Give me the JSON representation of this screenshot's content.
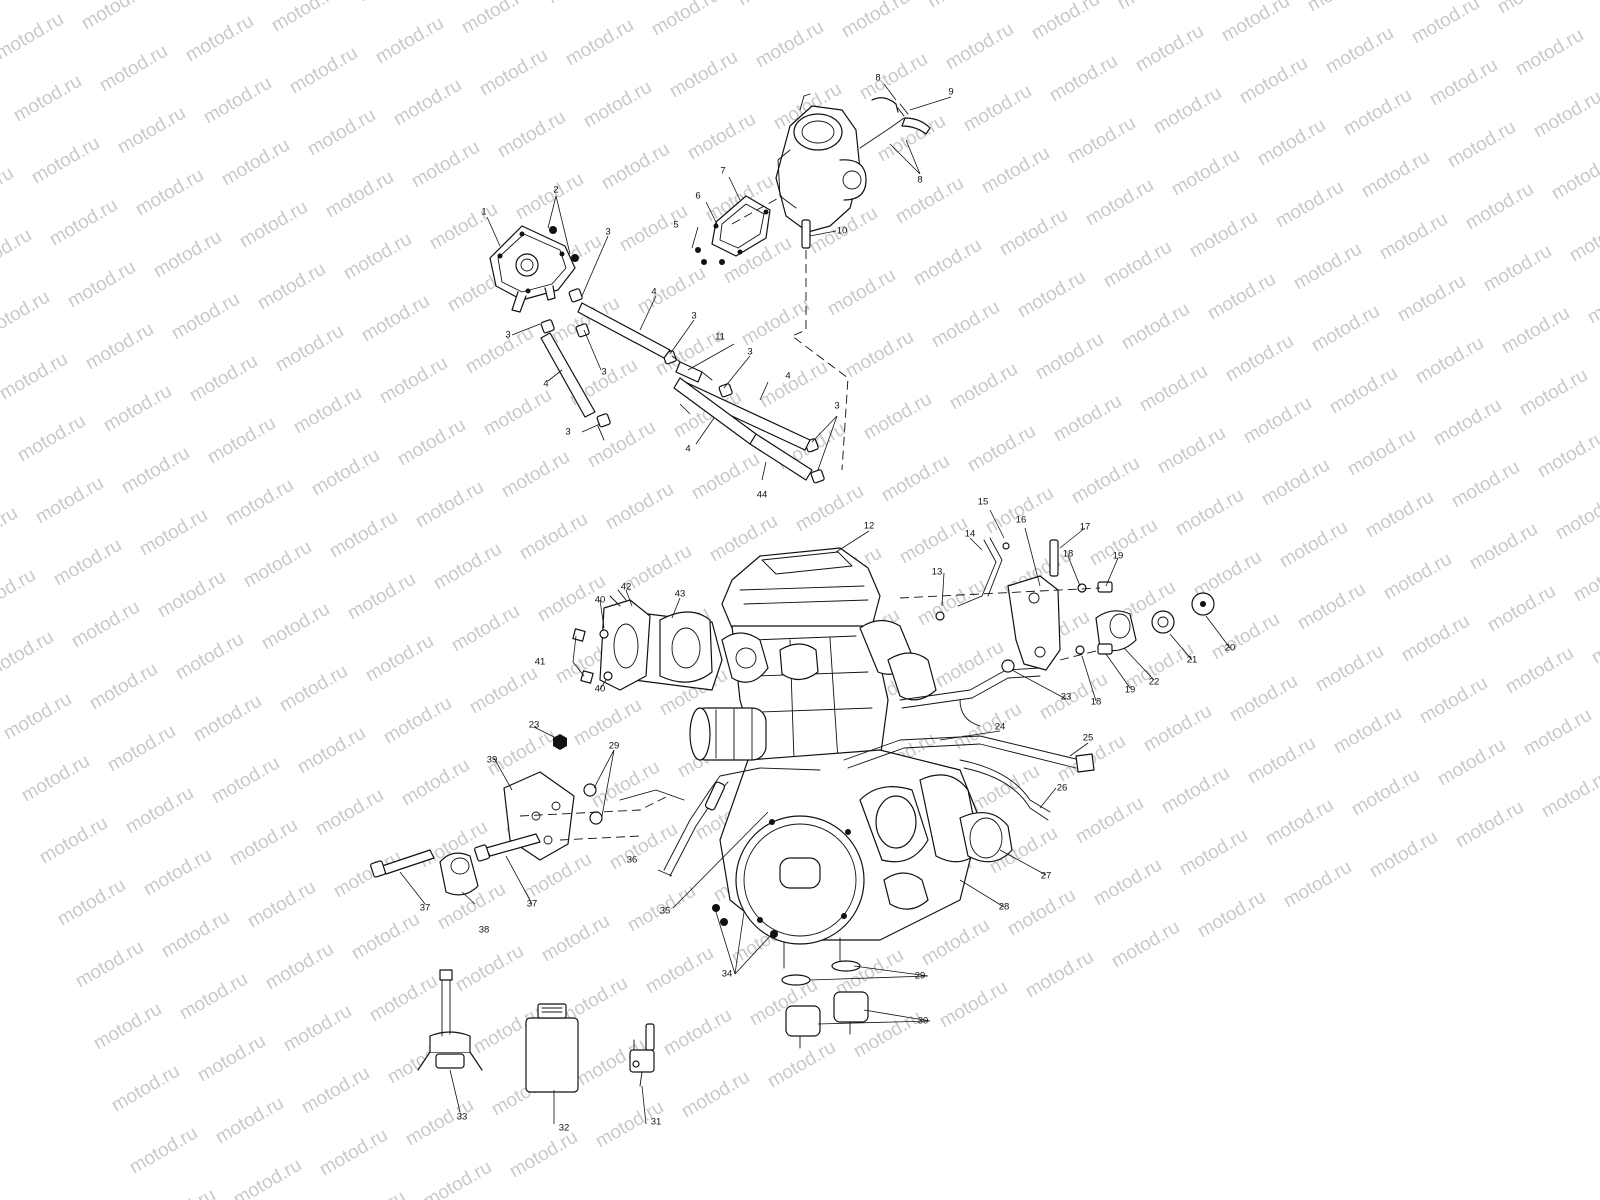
{
  "watermark": {
    "text": "motod.ru"
  },
  "callouts": [
    {
      "id": "c1",
      "text": "1"
    },
    {
      "id": "c2",
      "text": "2"
    },
    {
      "id": "c3a",
      "text": "3"
    },
    {
      "id": "c3b",
      "text": "3"
    },
    {
      "id": "c3c",
      "text": "3"
    },
    {
      "id": "c3d",
      "text": "3"
    },
    {
      "id": "c3e",
      "text": "3"
    },
    {
      "id": "c3f",
      "text": "3"
    },
    {
      "id": "c3g",
      "text": "3"
    },
    {
      "id": "c4a",
      "text": "4"
    },
    {
      "id": "c4b",
      "text": "4"
    },
    {
      "id": "c4c",
      "text": "4"
    },
    {
      "id": "c4d",
      "text": "4"
    },
    {
      "id": "c5",
      "text": "5"
    },
    {
      "id": "c6",
      "text": "6"
    },
    {
      "id": "c7",
      "text": "7"
    },
    {
      "id": "c8a",
      "text": "8"
    },
    {
      "id": "c8b",
      "text": "8"
    },
    {
      "id": "c9",
      "text": "9"
    },
    {
      "id": "c10",
      "text": "10"
    },
    {
      "id": "c11",
      "text": "11"
    },
    {
      "id": "c44",
      "text": "44"
    },
    {
      "id": "c12",
      "text": "12"
    },
    {
      "id": "c13",
      "text": "13"
    },
    {
      "id": "c14",
      "text": "14"
    },
    {
      "id": "c15",
      "text": "15"
    },
    {
      "id": "c16",
      "text": "16"
    },
    {
      "id": "c17",
      "text": "17"
    },
    {
      "id": "c18a",
      "text": "18"
    },
    {
      "id": "c18b",
      "text": "18"
    },
    {
      "id": "c19a",
      "text": "19"
    },
    {
      "id": "c19b",
      "text": "19"
    },
    {
      "id": "c20",
      "text": "20"
    },
    {
      "id": "c21",
      "text": "21"
    },
    {
      "id": "c22",
      "text": "22"
    },
    {
      "id": "c23a",
      "text": "23"
    },
    {
      "id": "c23b",
      "text": "23"
    },
    {
      "id": "c24",
      "text": "24"
    },
    {
      "id": "c25",
      "text": "25"
    },
    {
      "id": "c26",
      "text": "26"
    },
    {
      "id": "c27",
      "text": "27"
    },
    {
      "id": "c28",
      "text": "28"
    },
    {
      "id": "c29a",
      "text": "29"
    },
    {
      "id": "c29b",
      "text": "29"
    },
    {
      "id": "c30",
      "text": "30"
    },
    {
      "id": "c31",
      "text": "31"
    },
    {
      "id": "c32",
      "text": "32"
    },
    {
      "id": "c33",
      "text": "33"
    },
    {
      "id": "c34",
      "text": "34"
    },
    {
      "id": "c35",
      "text": "35"
    },
    {
      "id": "c36",
      "text": "36"
    },
    {
      "id": "c37a",
      "text": "37"
    },
    {
      "id": "c37b",
      "text": "37"
    },
    {
      "id": "c38",
      "text": "38"
    },
    {
      "id": "c39",
      "text": "39"
    },
    {
      "id": "c40a",
      "text": "40"
    },
    {
      "id": "c40b",
      "text": "40"
    },
    {
      "id": "c41",
      "text": "41"
    },
    {
      "id": "c42",
      "text": "42"
    },
    {
      "id": "c43",
      "text": "43"
    }
  ]
}
